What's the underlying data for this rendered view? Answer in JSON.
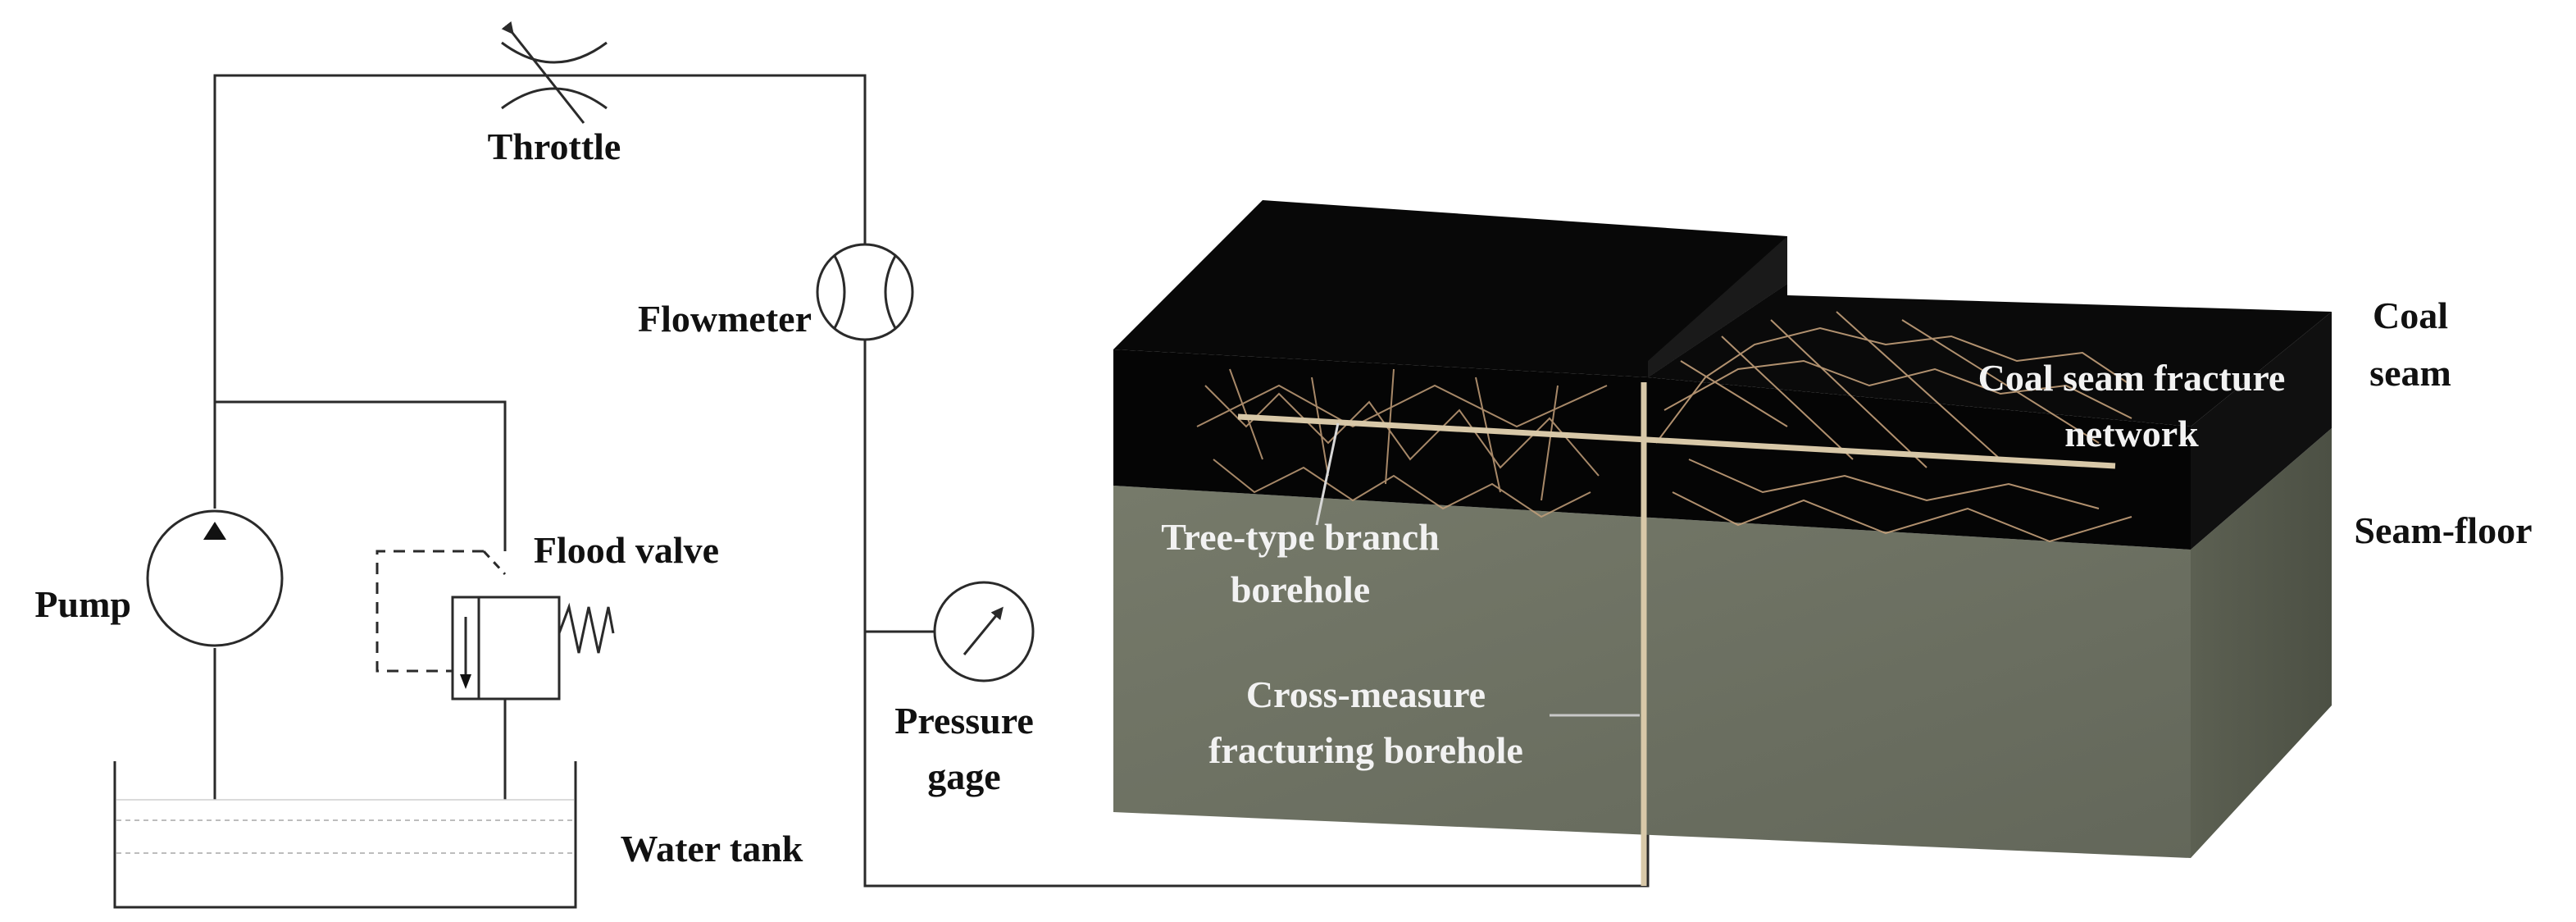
{
  "circuit": {
    "throttle": "Throttle",
    "flowmeter": "Flowmeter",
    "pump": "Pump",
    "flood_valve": "Flood valve",
    "pressure_gage_line1": "Pressure",
    "pressure_gage_line2": "gage",
    "water_tank": "Water tank"
  },
  "block": {
    "coal_seam_line1": "Coal",
    "coal_seam_line2": "seam",
    "fracture_network_line1": "Coal seam fracture",
    "fracture_network_line2": "network",
    "seam_floor": "Seam-floor",
    "branch_borehole_line1": "Tree-type branch",
    "branch_borehole_line2": "borehole",
    "fracturing_borehole_line1": "Cross-measure",
    "fracturing_borehole_line2": "fracturing borehole"
  },
  "colors": {
    "coal": "#050505",
    "floor_front": "#6e7263",
    "floor_side": "#565a4c",
    "fracture": "#c4a07a",
    "borehole": "#d8c8a8"
  }
}
